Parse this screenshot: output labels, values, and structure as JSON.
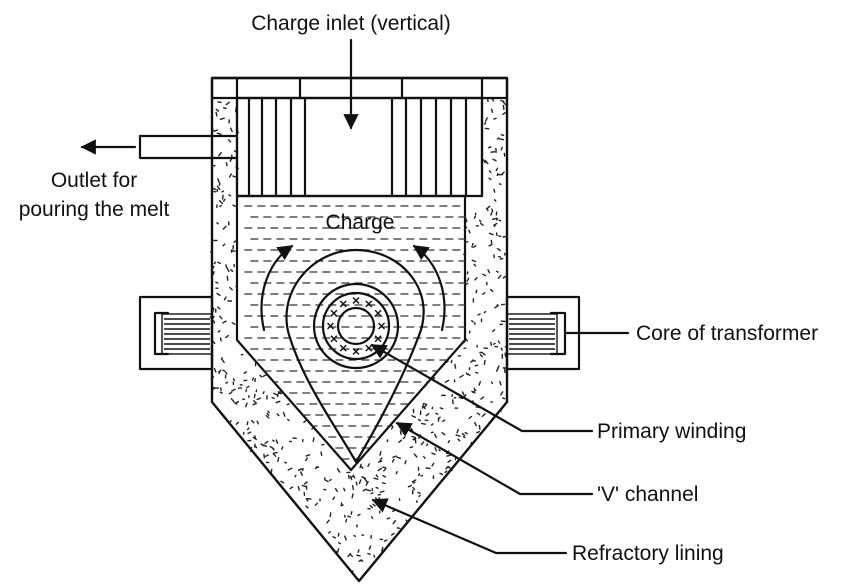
{
  "diagram": {
    "labels": {
      "charge_inlet": "Charge inlet (vertical)",
      "outlet_line1": "Outlet for",
      "outlet_line2": "pouring the melt",
      "charge": "Charge",
      "core": "Core of transformer",
      "primary": "Primary winding",
      "v_channel": "'V' channel",
      "refractory": "Refractory lining"
    }
  }
}
